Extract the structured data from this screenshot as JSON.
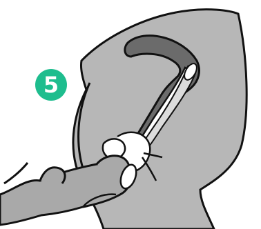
{
  "step": {
    "number": "5"
  },
  "colors": {
    "badge": "#1ebd8e",
    "body_fill": "#b7b7b7",
    "cavity_fill": "#6b6b6b",
    "outline": "#111111",
    "hand_fill": "#a9a9a9",
    "highlight": "#ffffff"
  },
  "icons": {
    "badge": "step-number-circle",
    "figure": "anatomical-cross-section-insertion-illustration"
  }
}
